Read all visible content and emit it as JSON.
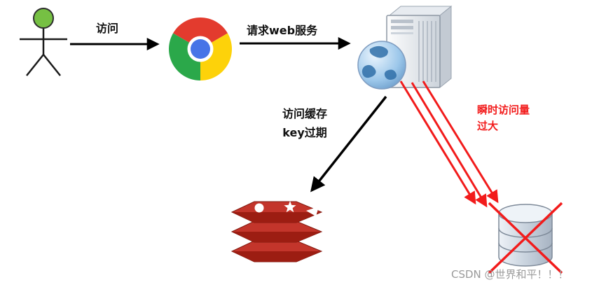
{
  "labels": {
    "visit": "访问",
    "request_web": "请求web服务",
    "cache_line1": "访问缓存",
    "cache_line2": "key过期",
    "traffic_line1": "瞬时访问量",
    "traffic_line2": "过大"
  },
  "watermark": "CSDN @世界和平！！！",
  "icons": {
    "user": "user-actor-icon",
    "browser": "chrome-browser-icon",
    "server": "web-server-icon",
    "redis": "redis-cache-icon",
    "database": "crossed-database-icon"
  },
  "colors": {
    "arrow_black": "#000000",
    "arrow_red": "#f21b1b",
    "traffic_label": "#f21b1b",
    "redis_red": "#c3352b",
    "redis_dark_red": "#9c1d12",
    "watermark_gray": "#9a9a9a"
  }
}
